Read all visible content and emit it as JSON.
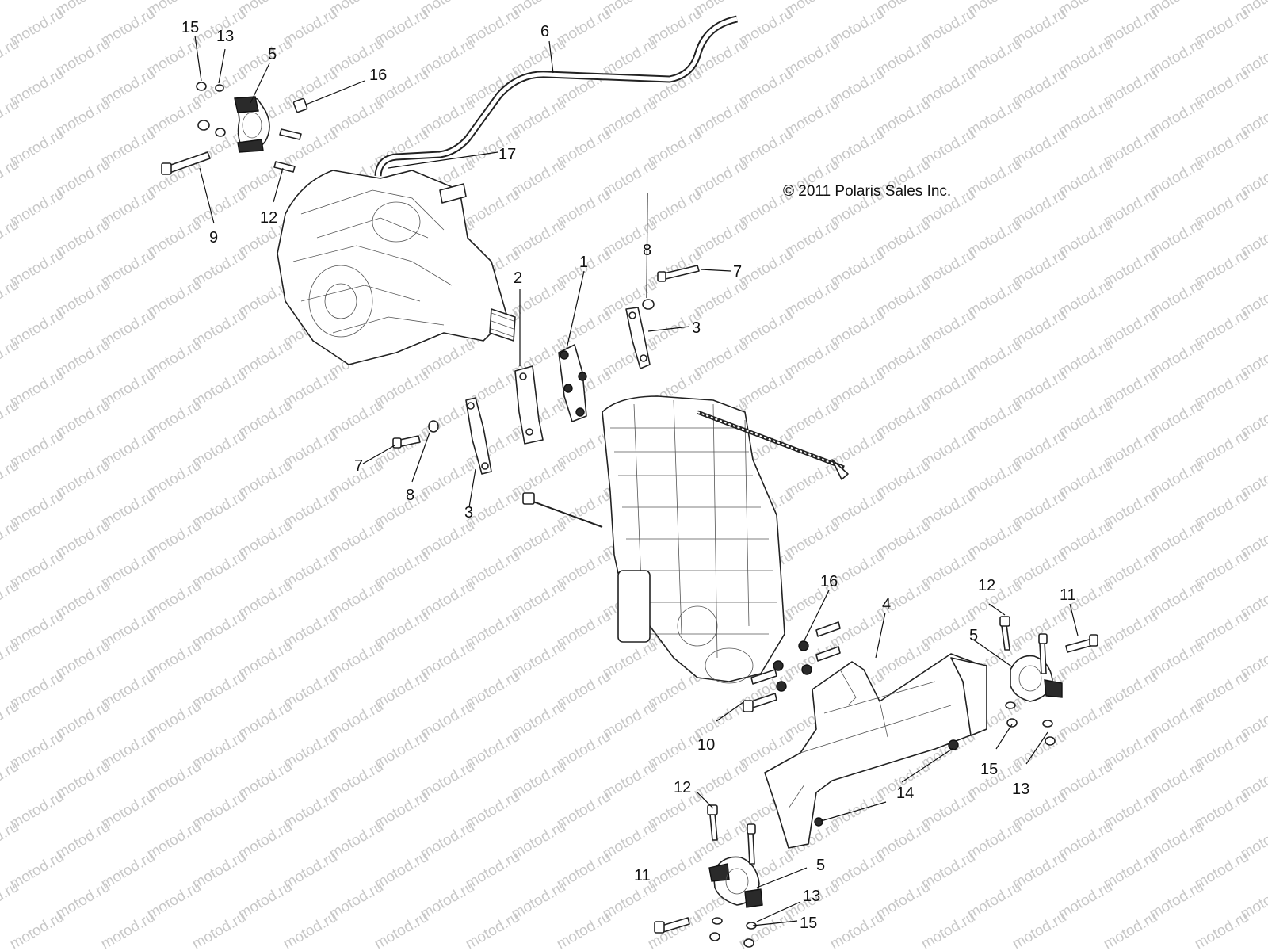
{
  "watermark": {
    "text": "motod.ru"
  },
  "copyright": "© 2011 Polaris Sales Inc.",
  "callouts": [
    {
      "id": "c1",
      "label": "15"
    },
    {
      "id": "c2",
      "label": "13"
    },
    {
      "id": "c3",
      "label": "5"
    },
    {
      "id": "c4",
      "label": "16"
    },
    {
      "id": "c5",
      "label": "6"
    },
    {
      "id": "c6",
      "label": "17"
    },
    {
      "id": "c7",
      "label": "9"
    },
    {
      "id": "c8",
      "label": "12"
    },
    {
      "id": "c9",
      "label": "2"
    },
    {
      "id": "c10",
      "label": "1"
    },
    {
      "id": "c11",
      "label": "8"
    },
    {
      "id": "c12",
      "label": "7"
    },
    {
      "id": "c13",
      "label": "3"
    },
    {
      "id": "c14",
      "label": "7"
    },
    {
      "id": "c15",
      "label": "8"
    },
    {
      "id": "c16",
      "label": "3"
    },
    {
      "id": "c17",
      "label": "16"
    },
    {
      "id": "c18",
      "label": "4"
    },
    {
      "id": "c19",
      "label": "12"
    },
    {
      "id": "c20",
      "label": "11"
    },
    {
      "id": "c21",
      "label": "5"
    },
    {
      "id": "c22",
      "label": "10"
    },
    {
      "id": "c23",
      "label": "15"
    },
    {
      "id": "c24",
      "label": "13"
    },
    {
      "id": "c25",
      "label": "14"
    },
    {
      "id": "c26",
      "label": "12"
    },
    {
      "id": "c27",
      "label": "11"
    },
    {
      "id": "c28",
      "label": "5"
    },
    {
      "id": "c29",
      "label": "13"
    },
    {
      "id": "c30",
      "label": "15"
    }
  ]
}
